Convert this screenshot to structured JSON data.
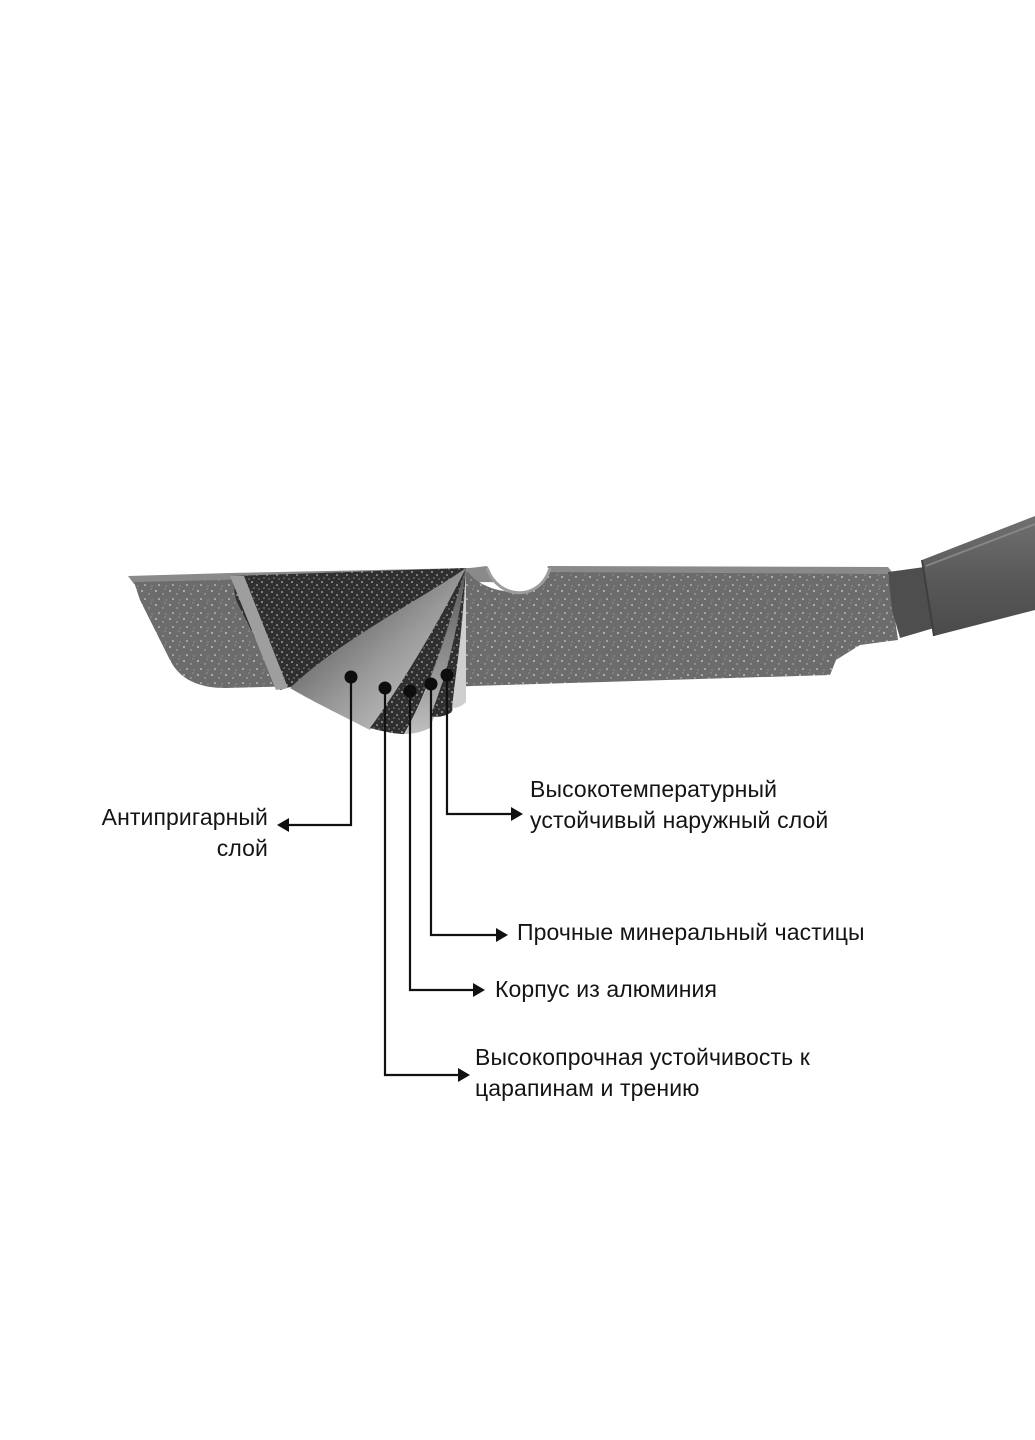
{
  "diagram": {
    "subject": "frying pan cross-section with layered coating",
    "colors": {
      "background": "#ffffff",
      "pan_body": "#6e6e6e",
      "pan_speckle": "#d8d8d8",
      "cutaway_dark": "#2e2e2e",
      "layer_light": "#c4c4c4",
      "handle": "#5a5a5a",
      "leader_line": "#111111",
      "text": "#141414"
    },
    "callouts": [
      {
        "id": "nonstick",
        "lines": [
          "Антипригарный",
          "слой"
        ],
        "arrow_direction": "left"
      },
      {
        "id": "outer-heat-resistant",
        "lines": [
          "Высокотемпературный",
          "устойчивый наружный слой"
        ],
        "arrow_direction": "right"
      },
      {
        "id": "mineral-particles",
        "lines": [
          "Прочные минеральный частицы"
        ],
        "arrow_direction": "right"
      },
      {
        "id": "aluminium-body",
        "lines": [
          "Корпус из алюминия"
        ],
        "arrow_direction": "right"
      },
      {
        "id": "scratch-resistance",
        "lines": [
          "Высокопрочная устойчивость к",
          "царапинам и трению"
        ],
        "arrow_direction": "right"
      }
    ]
  }
}
